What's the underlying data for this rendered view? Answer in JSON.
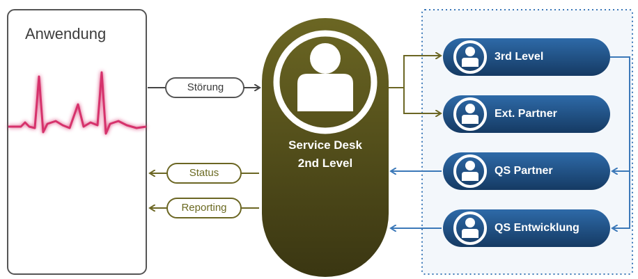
{
  "application": {
    "title": "Anwendung"
  },
  "flows": {
    "stoerung_label": "Störung",
    "status_label": "Status",
    "reporting_label": "Reporting"
  },
  "service_desk": {
    "line1": "Service Desk",
    "line2": "2nd Level"
  },
  "levels": [
    {
      "label": "3rd Level"
    },
    {
      "label": "Ext. Partner"
    },
    {
      "label": "QS Partner"
    },
    {
      "label": "QS Entwicklung"
    }
  ],
  "colors": {
    "olive": "#5f5a1c",
    "olive_dark": "#3d3911",
    "navy": "#1d4a7a",
    "navy_light": "#2f6aa6",
    "arrow_blue": "#3b78b8",
    "heartbeat": "#d6336c",
    "frame_grey": "#555555"
  }
}
